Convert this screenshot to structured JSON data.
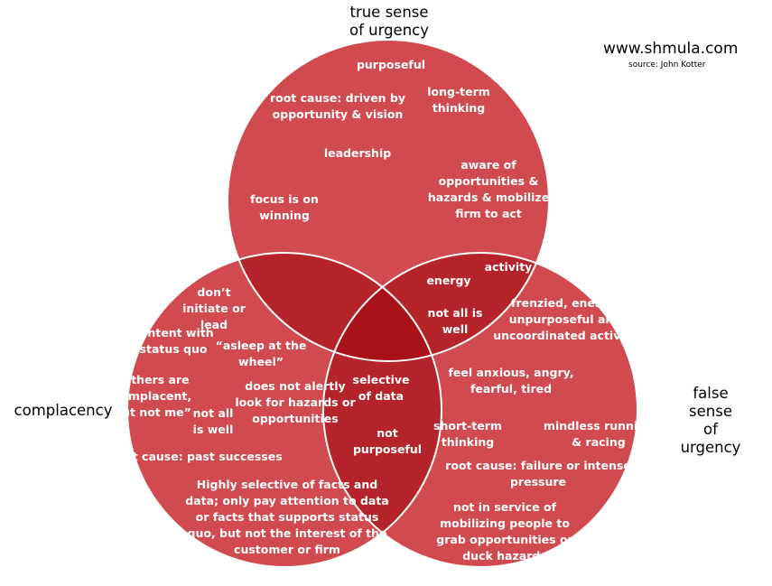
{
  "diagram": {
    "type": "venn-3",
    "colors": {
      "circle": "#d04a4f",
      "overlap": "#b5242a",
      "center": "#a81218",
      "stroke": "#ffffff"
    },
    "sets": {
      "top": "true sense\nof urgency",
      "left": "complacency",
      "right": "false sense\nof urgency"
    },
    "credit": {
      "site": "www.shmula.com",
      "source": "source: John Kotter"
    },
    "items": {
      "top": {
        "purposeful": "purposeful",
        "root_cause": "root cause: driven by\nopportunity & vision",
        "long_term": "long-term\nthinking",
        "leadership": "leadership",
        "aware": "aware of\nopportunities &\nhazards & mobilize\nfirm to act",
        "winning": "focus is on\nwinning"
      },
      "top_right": {
        "energy": "energy",
        "activity": "activity",
        "not_all_well": "not all is\nwell"
      },
      "right": {
        "frenzied": "frenzied, energy,\nunpurposeful and\nuncoordinated activity",
        "anxious": "feel anxious, angry,\nfearful, tired",
        "short_term": "short-term\nthinking",
        "mindless": "mindless running\n& racing",
        "root_cause": "root cause: failure or intense pressure",
        "not_service": "not in service of\nmobilizing people to\ngrab opportunities or\nduck hazards"
      },
      "center": {
        "selective": "selective\nof data"
      },
      "left_right": {
        "not_purposeful": "not\npurposeful"
      },
      "left": {
        "dont_initiate": "don’t\ninitiate or\nlead",
        "content": "content with\nstatus quo",
        "asleep": "“asleep at the\nwheel”",
        "others": "“others are\ncomplacent,\nbut not me”",
        "not_alertly": "does not alertly\nlook for hazards or\nopportunities",
        "not_all_well": "not all\nis well",
        "root_cause": "root cause: past successes",
        "selective_facts": "Highly selective of facts and\ndata; only pay attention to data\nor facts that supports status\nquo, but not the interest of the\ncustomer or firm"
      }
    }
  }
}
